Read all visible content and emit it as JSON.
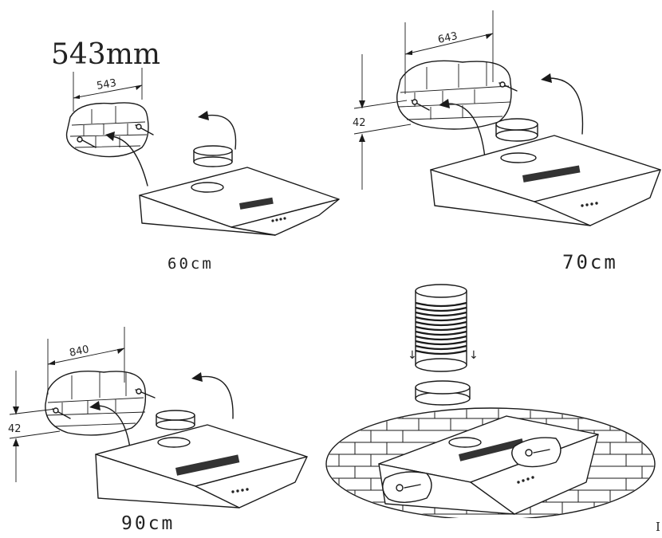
{
  "panels": {
    "top_left": {
      "title": "543mm",
      "dimension": "543",
      "size_label": "60cm"
    },
    "top_right": {
      "dimension": "643",
      "height_dim": "42",
      "size_label": "70cm"
    },
    "bottom_left": {
      "dimension": "840",
      "height_dim": "42",
      "size_label": "90cm"
    },
    "bottom_right": {
      "arrow_marks": [
        "↓",
        "↓"
      ]
    }
  },
  "corner_mark": "I"
}
